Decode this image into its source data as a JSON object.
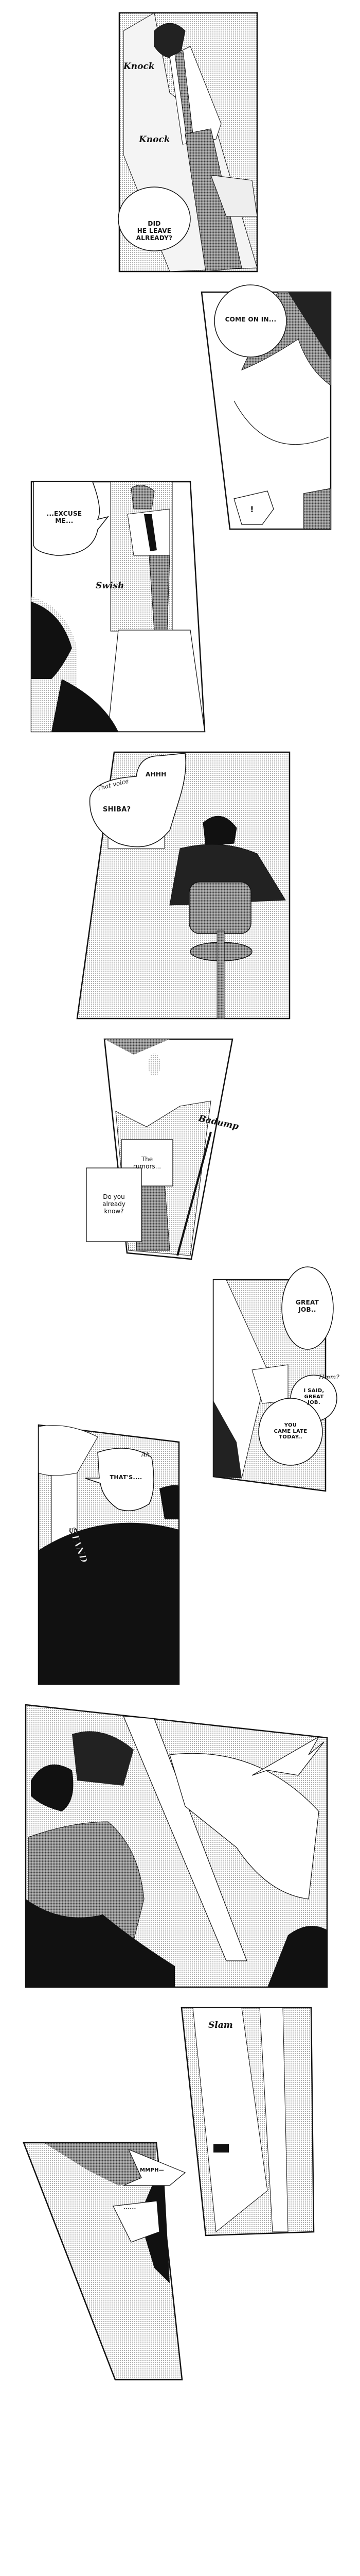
{
  "panels": [
    {
      "id": "p1",
      "sfx": [
        "Knock",
        "Knock"
      ],
      "bubbles": [
        "DID\nHE LEAVE\nALREADY?"
      ]
    },
    {
      "id": "p2",
      "bubbles": [
        "COME ON IN...",
        "!"
      ]
    },
    {
      "id": "p3",
      "bubbles": [
        "...EXCUSE\nME..."
      ],
      "sfx": [
        "Swish"
      ]
    },
    {
      "id": "p4",
      "bubbles": [
        "AHHH",
        "That voice",
        "SHIBA?"
      ]
    },
    {
      "id": "p5",
      "sfx": [
        "Badump"
      ],
      "captions": [
        "The\nrumors...",
        "Do you\nalready\nknow?"
      ]
    },
    {
      "id": "p6",
      "bubbles": [
        "GREAT\nJOB..",
        "Hmm?",
        "I SAID,\nGREAT\nJOB.",
        "YOU\nCAME LATE\nTODAY.."
      ]
    },
    {
      "id": "p7",
      "bubbles": [
        "Ah",
        "THAT'S...."
      ],
      "sfx": [
        "STAND"
      ]
    },
    {
      "id": "p8"
    },
    {
      "id": "p9",
      "sfx": [
        "Slam"
      ]
    },
    {
      "id": "p10",
      "bubbles": [
        "MMPH—",
        "......"
      ]
    }
  ],
  "colors": {
    "ink": "#111111",
    "paper": "#ffffff",
    "screentone": "#9a9a9a"
  }
}
